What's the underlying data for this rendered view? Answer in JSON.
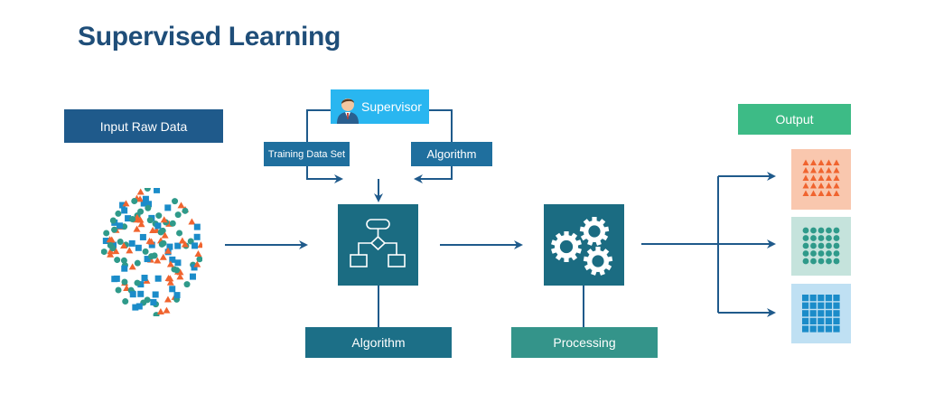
{
  "title": "Supervised Learning",
  "labels": {
    "input": "Input Raw Data",
    "output": "Output",
    "supervisor": "Supervisor",
    "training": "Training Data Set",
    "algorithm_top": "Algorithm",
    "algorithm_bottom": "Algorithm",
    "processing": "Processing"
  },
  "colors": {
    "title": "#1f4e79",
    "arrow": "#1f5a8b",
    "orange": "#f0642f",
    "teal": "#2f9a8a",
    "blue": "#1b8cc9",
    "output_green": "#3dbb86"
  },
  "icons": {
    "supervisor": "person-avatar-icon",
    "algorithm": "flowchart-icon",
    "processing": "gears-icon"
  }
}
